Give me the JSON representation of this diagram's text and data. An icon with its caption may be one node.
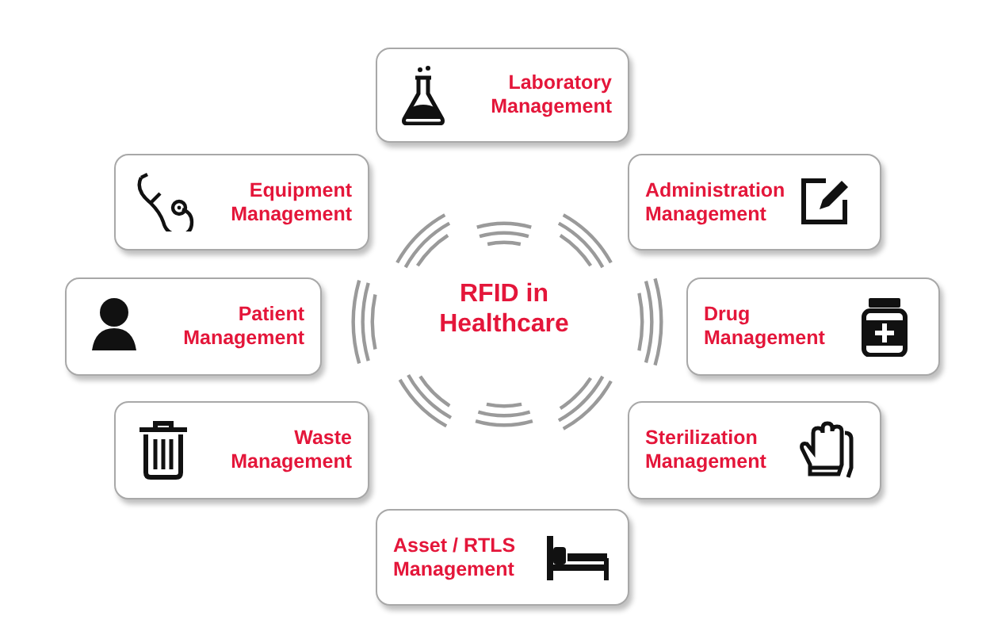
{
  "diagram": {
    "title": "RFID in Healthcare",
    "nodes": [
      {
        "text": [
          "Laboratory Management"
        ]
      },
      {
        "text": [
          "Equipment Management"
        ]
      },
      {
        "text": [
          "Administration Management"
        ]
      },
      {
        "text": [
          "Patient Management"
        ]
      },
      {
        "text": [
          "Drug Management"
        ]
      },
      {
        "text": [
          "Waste Management"
        ]
      },
      {
        "text": [
          "Sterilization Management"
        ]
      },
      {
        "text": [
          "Asset / RTLS Management"
        ]
      }
    ]
  }
}
